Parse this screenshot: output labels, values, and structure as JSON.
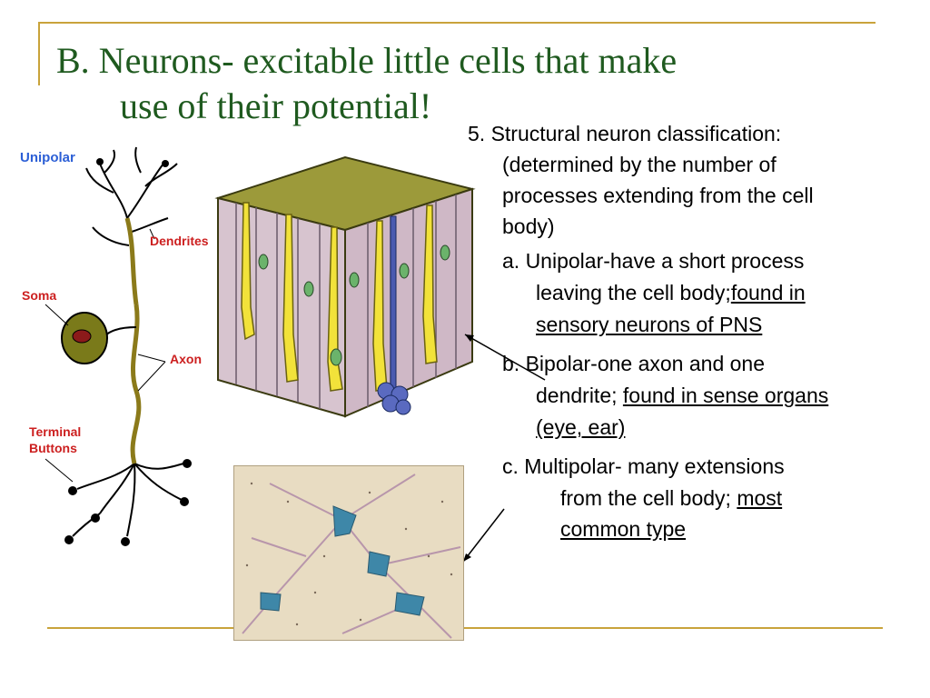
{
  "slide": {
    "title_line1": "B.  Neurons- excitable little cells that make",
    "title_line2": "use of their potential!"
  },
  "neuron_diagram": {
    "labels": {
      "unipolar": "Unipolar",
      "dendrites": "Dendrites",
      "soma": "Soma",
      "axon": "Axon",
      "terminal_line1": "Terminal",
      "terminal_line2": "Buttons"
    }
  },
  "content": {
    "heading_line1": "5. Structural neuron classification:",
    "heading_line2": "(determined by the number of",
    "heading_line3": "processes extending from the cell",
    "heading_line4": "body)",
    "a_line1": "a. Unipolar-have a short process",
    "a_line2_plain": "leaving the cell body;",
    "a_line2_underlined": "found in",
    "a_line3_underlined": "sensory neurons of PNS",
    "b_line1": "b. Bipolar-one axon and one",
    "b_line2_plain": "dendrite; ",
    "b_line2_underlined": "found in sense organs",
    "b_line3_underlined": "(eye, ear)",
    "c_line1": "c. Multipolar- many extensions",
    "c_line2_plain": "from  the cell body; ",
    "c_line2_underlined": "most",
    "c_line3_underlined": "common type"
  },
  "colors": {
    "frame": "#c9a33b",
    "title": "#1f5a1f",
    "label_red": "#cc1f1f",
    "label_blue": "#2c5fd6"
  }
}
